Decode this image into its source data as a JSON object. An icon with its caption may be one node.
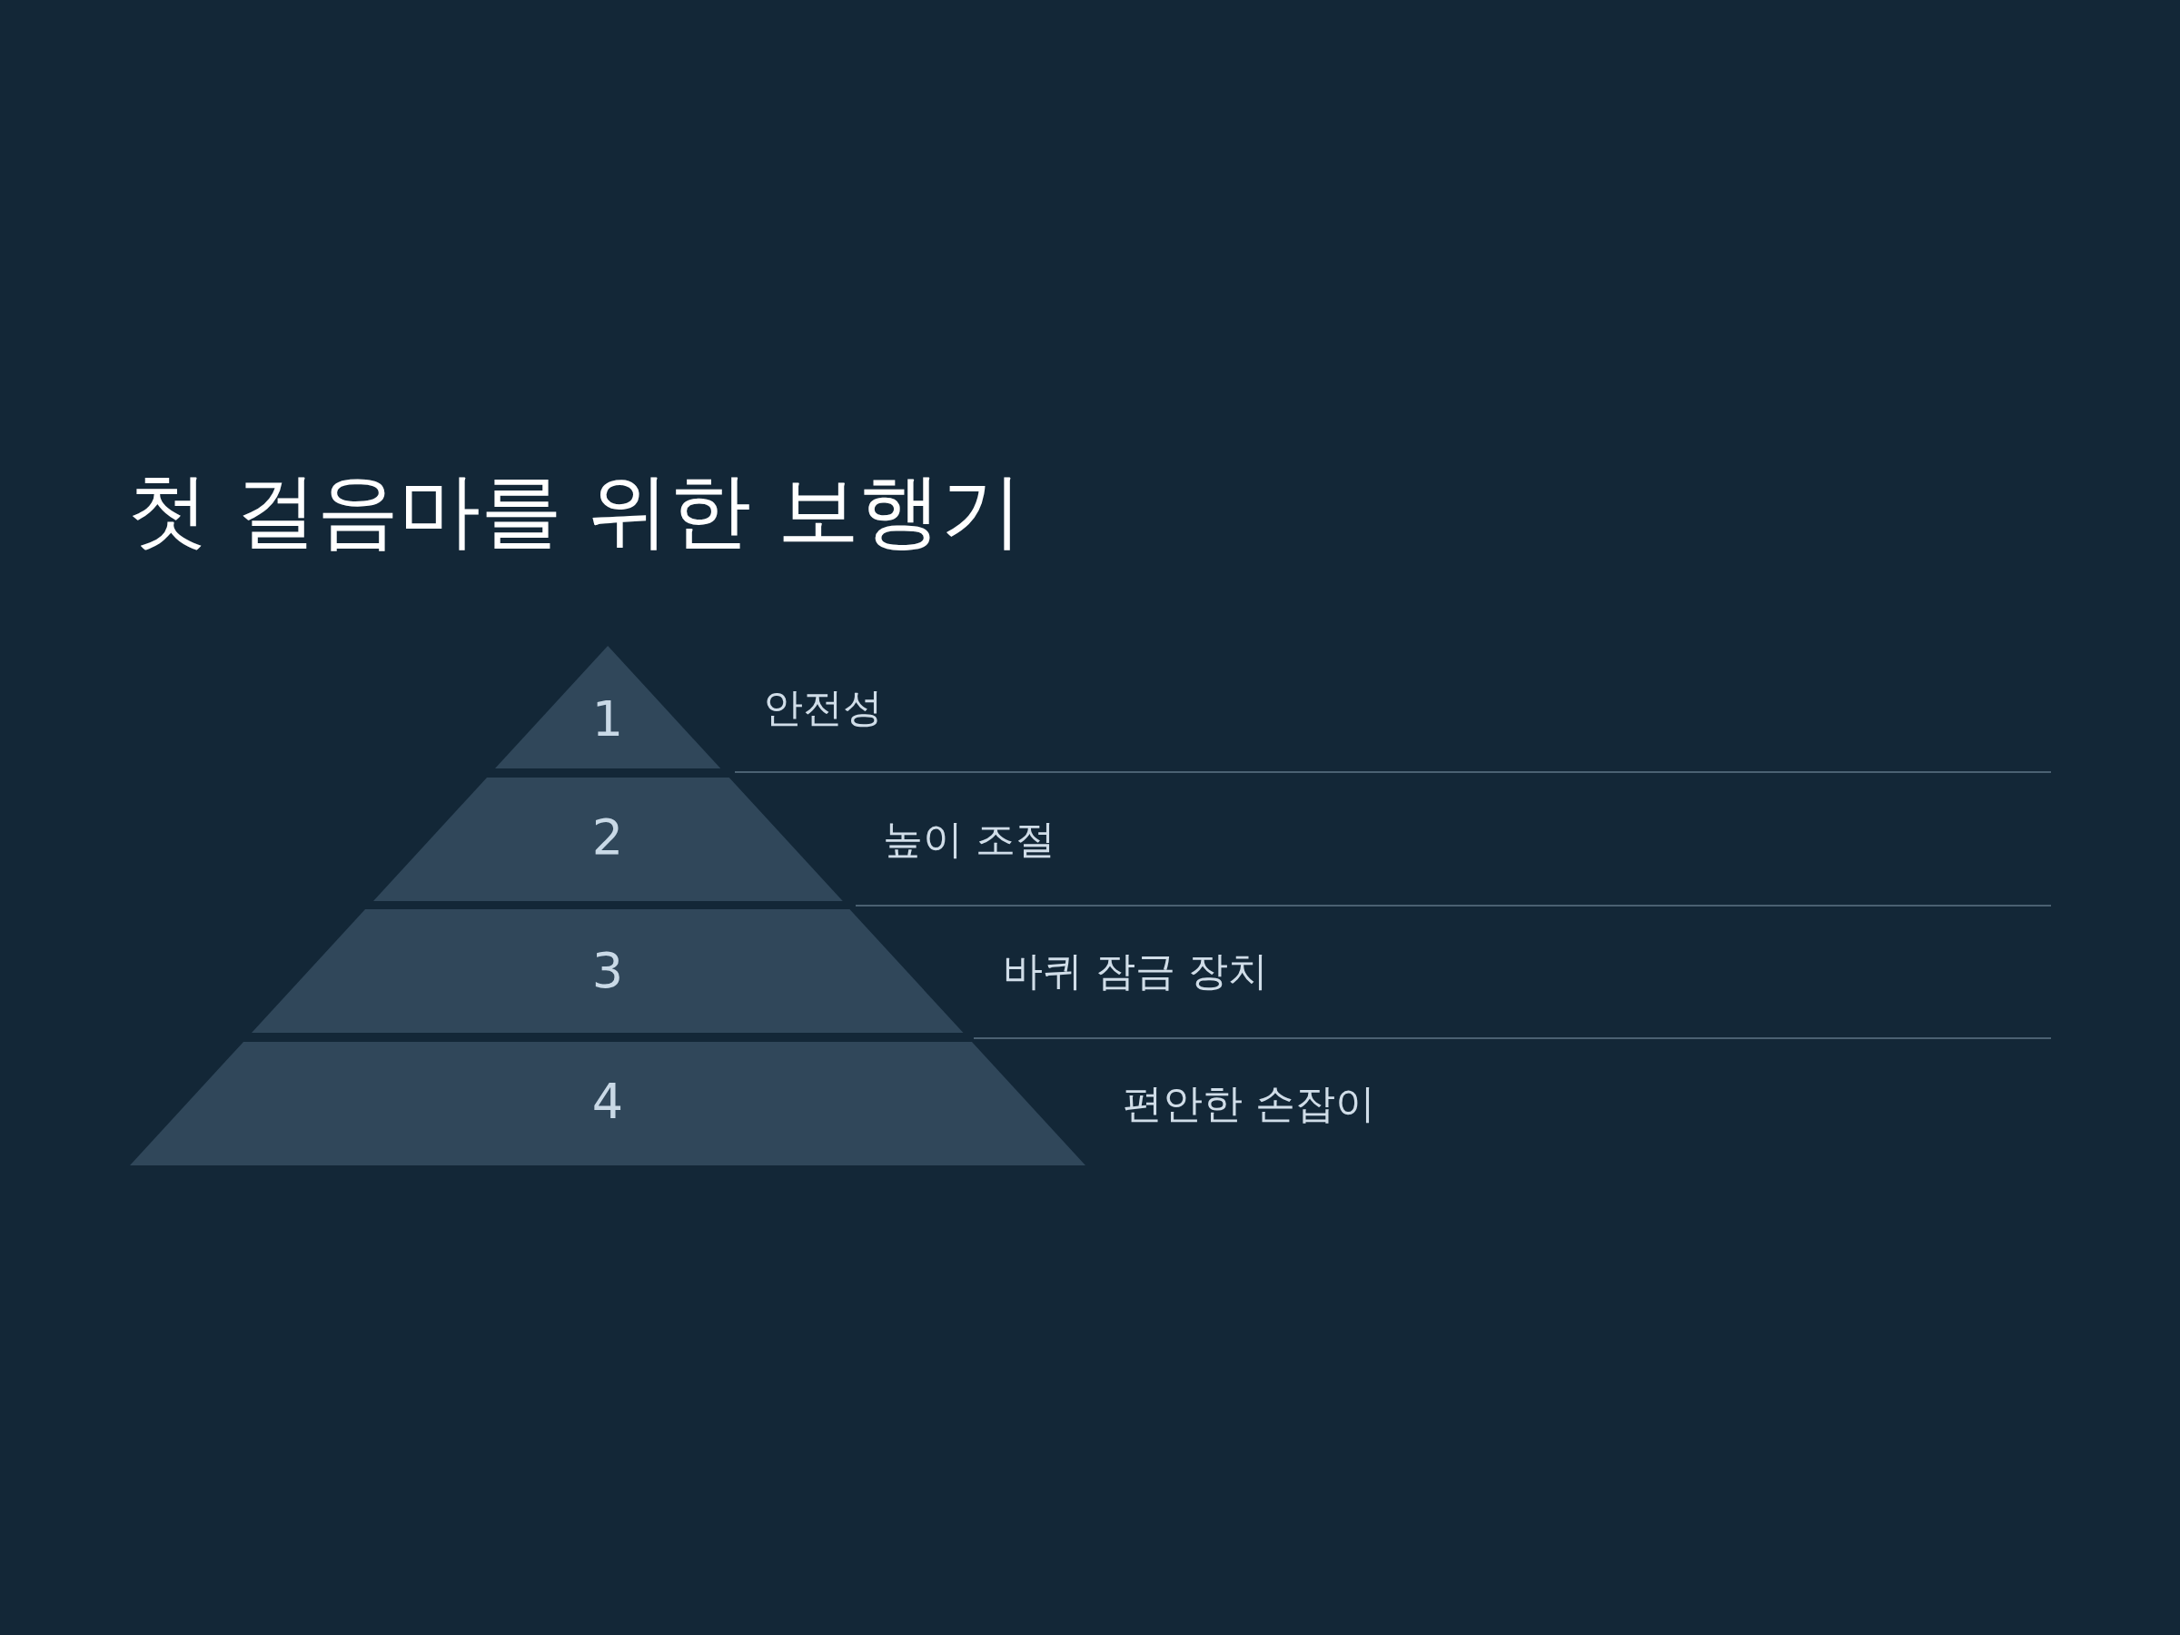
{
  "diagram": {
    "title": "첫 걸음마를 위한 보행기",
    "nodes": [
      {
        "text": [
          "1"
        ],
        "beside": [
          "안전성"
        ]
      },
      {
        "text": [
          "2"
        ],
        "beside": [
          "높이 조절"
        ]
      },
      {
        "text": [
          "3"
        ],
        "beside": [
          "바퀴 잠금 장치"
        ]
      },
      {
        "text": [
          "4"
        ],
        "beside": [
          "편안한 손잡이"
        ]
      }
    ]
  }
}
